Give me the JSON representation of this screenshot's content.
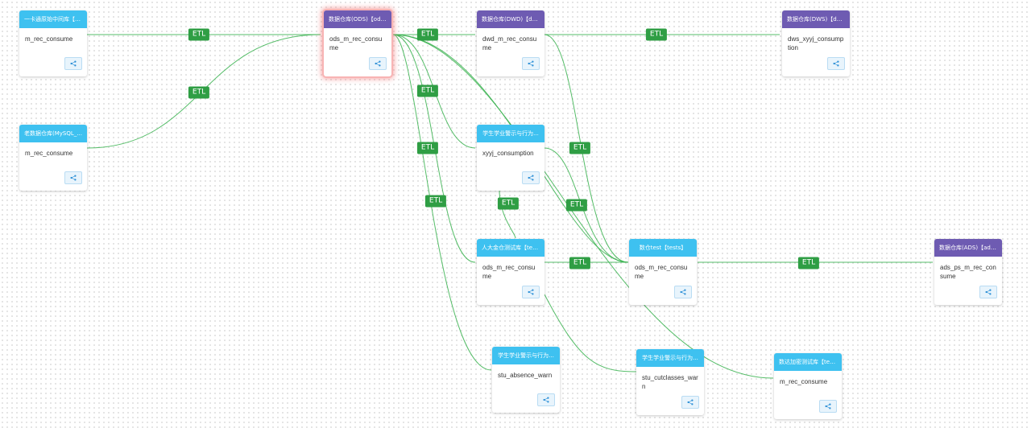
{
  "edge_label": "ETL",
  "nodes": [
    {
      "id": "n1",
      "header": "一卡通原始中间库【to...",
      "table": "m_rec_consume",
      "color": "cyan"
    },
    {
      "id": "n2",
      "header": "老数据仓库(MySQL_...",
      "table": "m_rec_consume",
      "color": "cyan"
    },
    {
      "id": "n3",
      "header": "数据仓库(ODS)【ods】",
      "table": "ods_m_rec_consume",
      "color": "purple",
      "selected": true
    },
    {
      "id": "n4",
      "header": "数据仓库(DWD)【dwd】",
      "table": "dwd_m_rec_consume",
      "color": "purple"
    },
    {
      "id": "n5",
      "header": "数据仓库(DWS)【dws】",
      "table": "dws_xyyj_consumption",
      "color": "purple"
    },
    {
      "id": "n6",
      "header": "学生学业警示与行为...",
      "table": "xyyj_consumption",
      "color": "cyan"
    },
    {
      "id": "n7",
      "header": "人大金仓测试库【test】",
      "table": "ods_m_rec_consume",
      "color": "cyan"
    },
    {
      "id": "n8",
      "header": "数仓test【tests】",
      "table": "ods_m_rec_consume",
      "color": "cyan"
    },
    {
      "id": "n9",
      "header": "数据仓库(ADS)【ads】",
      "table": "ads_ps_m_rec_consume",
      "color": "purple"
    },
    {
      "id": "n10",
      "header": "学生学业警示与行为...",
      "table": "stu_absence_warn",
      "color": "cyan"
    },
    {
      "id": "n11",
      "header": "学生学业警示与行为...",
      "table": "stu_cutclasses_warn",
      "color": "cyan"
    },
    {
      "id": "n12",
      "header": "数达加密测试库【test】",
      "table": "m_rec_consume",
      "color": "cyan"
    }
  ],
  "icons": {
    "share": "share-icon"
  }
}
